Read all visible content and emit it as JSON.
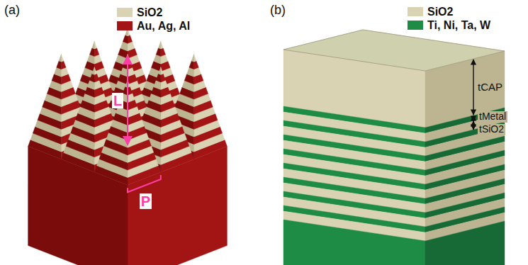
{
  "diagram": {
    "labels": [
      "(a)",
      "(b)",
      "L",
      "P",
      "tCAP",
      "tMetal",
      "tSiO2"
    ],
    "legend": [
      {
        "text": "SiO2",
        "color": "#d9d2b3"
      },
      {
        "text": "Au, Ag, Al",
        "color": "#a31515"
      },
      {
        "text": "SiO2",
        "color": "#d9d2b3"
      },
      {
        "text": "Ti, Ni, Ta, W",
        "color": "#1f8c46"
      }
    ]
  }
}
